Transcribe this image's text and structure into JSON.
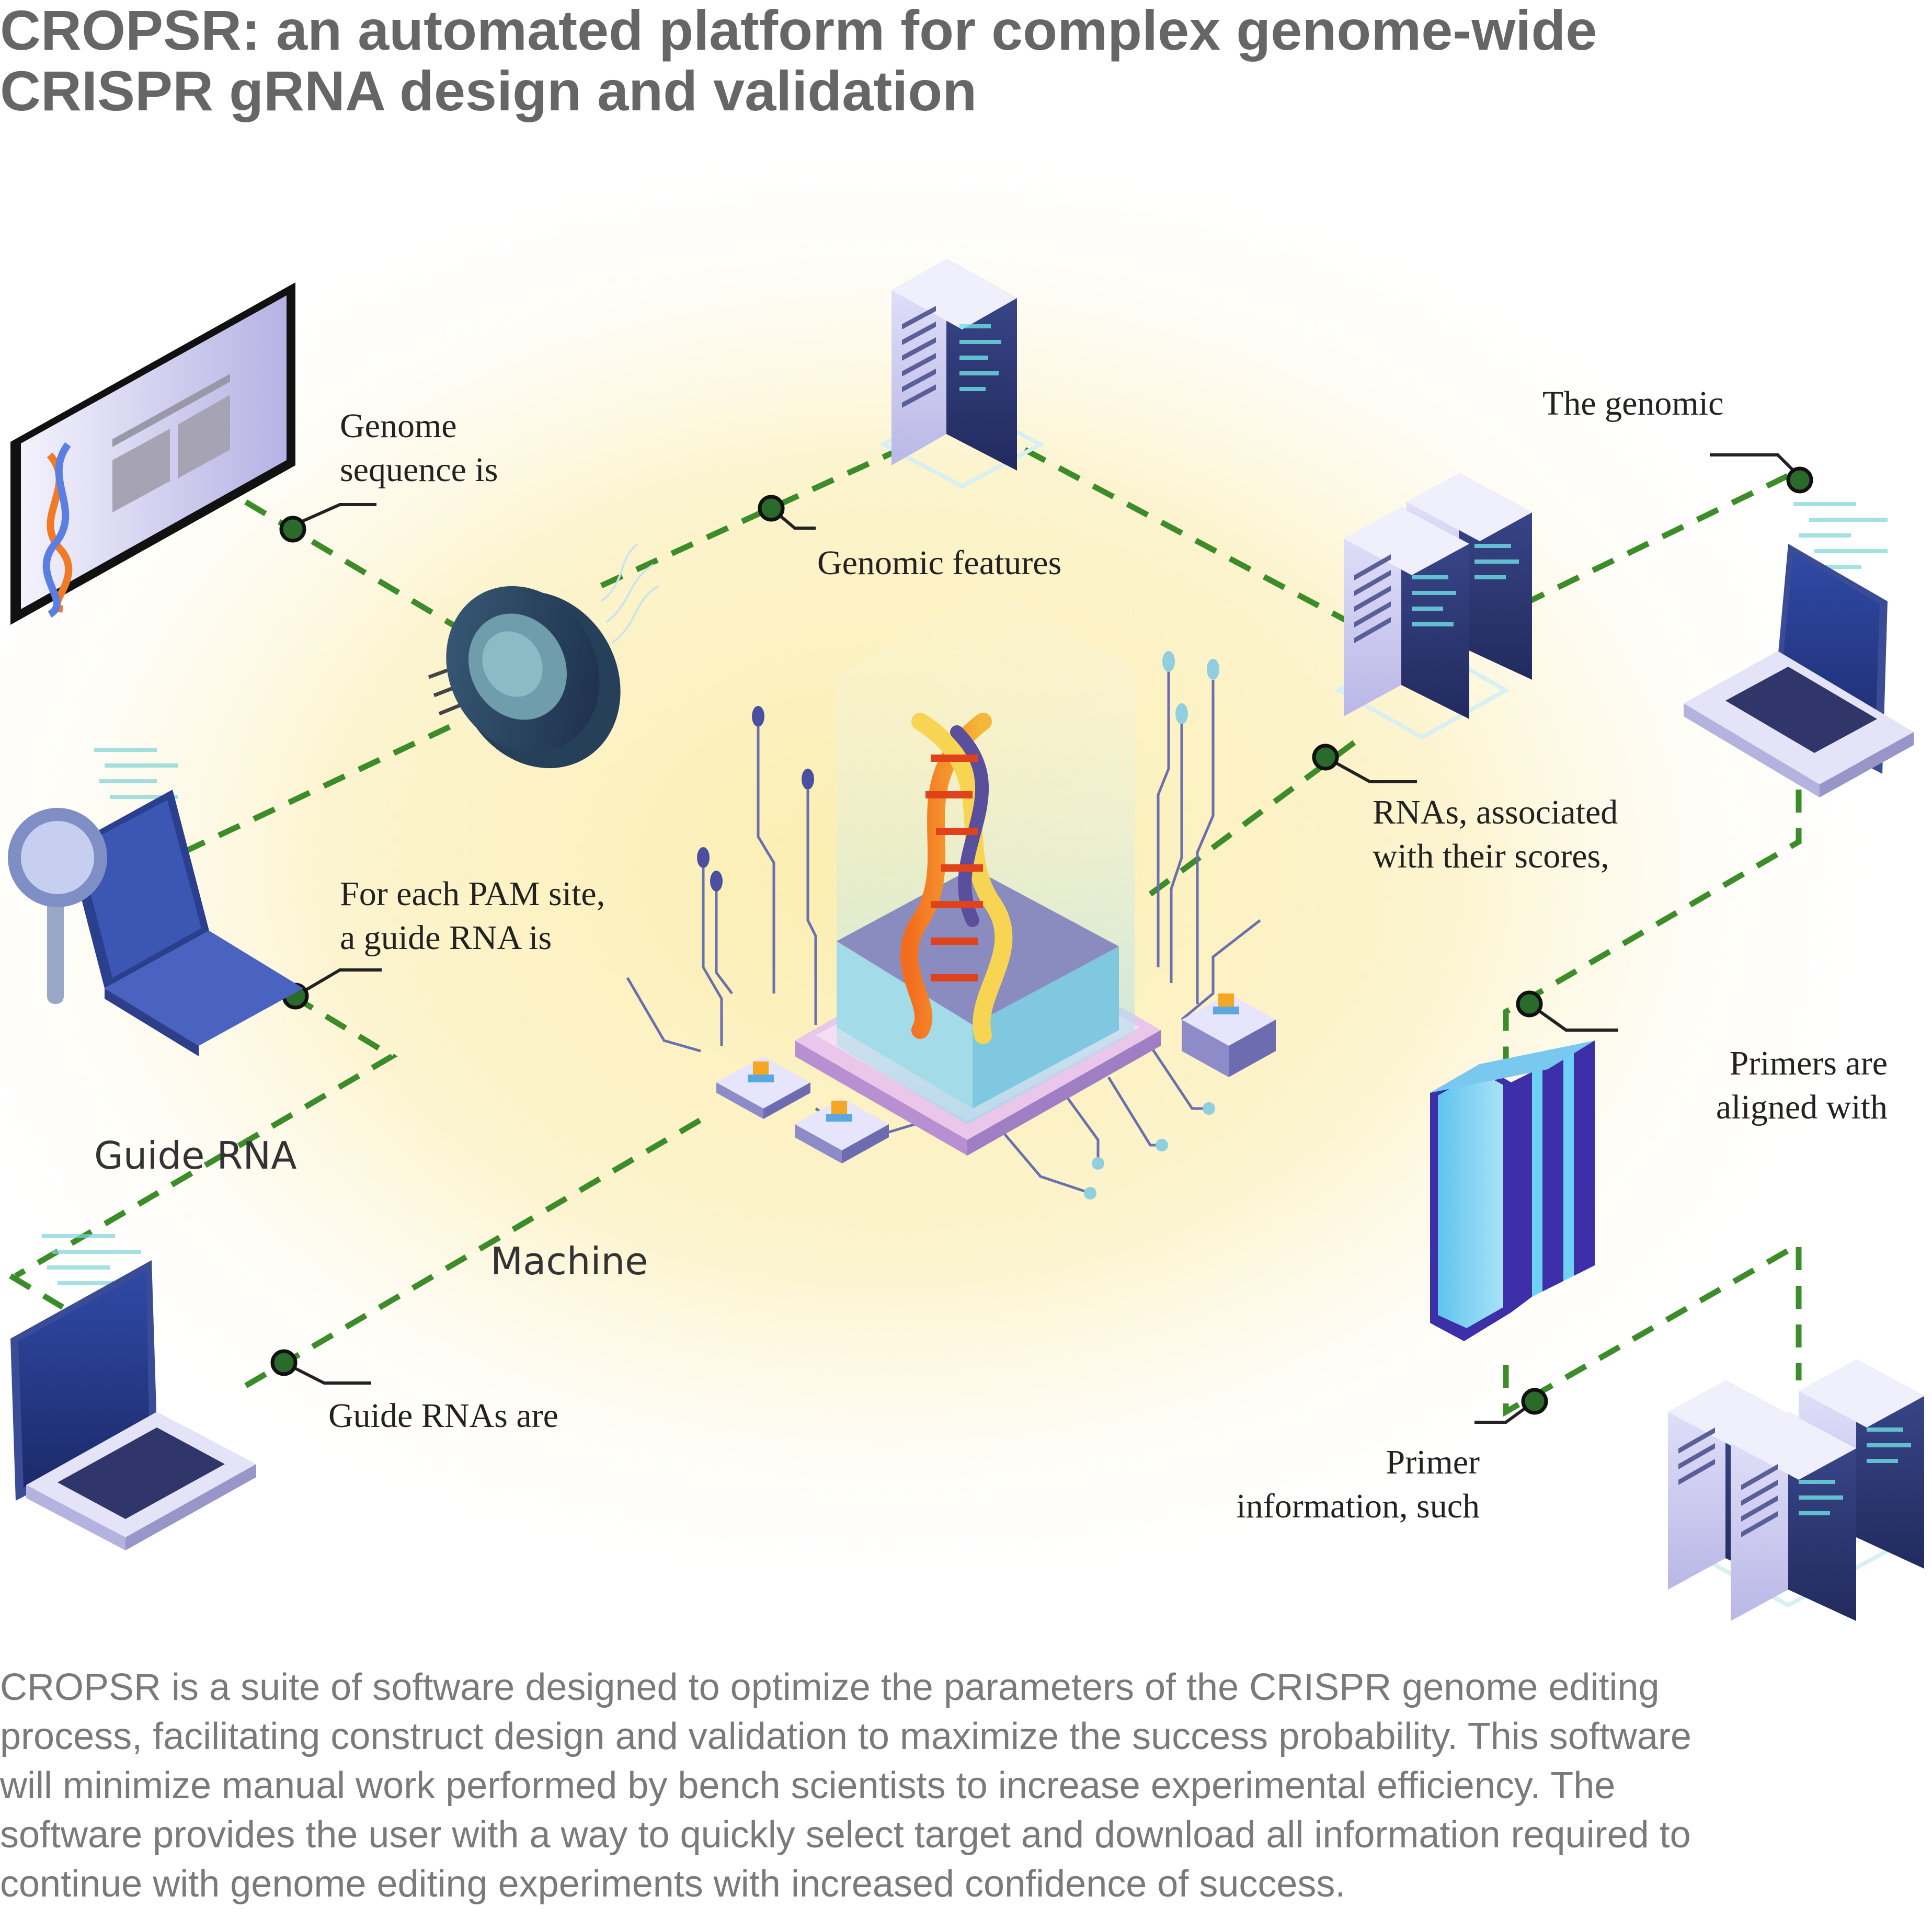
{
  "title": {
    "line1": "CROPSR: an automated platform for complex genome-wide",
    "line2": "CRISPR gRNA design and validation"
  },
  "labels": {
    "genome_sequence": [
      "Genome",
      "sequence is"
    ],
    "genomic_features": "Genomic features",
    "the_genomic": "The genomic",
    "rnas_scores": [
      "RNAs, associated",
      "with their scores,"
    ],
    "pam_site": [
      "For each PAM site,",
      "a guide RNA is"
    ],
    "guide_rna": "Guide RNA",
    "machine": "Machine",
    "guide_rnas_are": "Guide RNAs are",
    "primers_aligned": [
      "Primers are",
      "aligned with"
    ],
    "primer_info": [
      "Primer",
      "information, such"
    ]
  },
  "caption": [
    "CROPSR is a suite of software designed to optimize the parameters of the CRISPR genome editing",
    "process, facilitating construct design and validation to maximize the success probability. This software",
    "will minimize manual work performed by bench scientists to increase experimental efficiency. The",
    "software provides the user with a way to quickly select target and download all information required to",
    "continue with genome editing experiments with increased confidence of success."
  ],
  "colors": {
    "title_text": "#666666",
    "caption_text": "#7a7a7a",
    "connector_green": "#3d8c2a",
    "background_glow": "#fbeeb0",
    "server_lavender": "#c9c8ee",
    "server_dark_panel": "#2e3b78",
    "dna_orange": "#f08a24",
    "dna_yellow": "#f7d552"
  },
  "icons": [
    "monitor-dna-icon",
    "server-icon",
    "lens-icon",
    "laptop-code-icon",
    "dna-chip-icon",
    "magnifier-laptop-icon",
    "storage-module-icon",
    "server-rack-icon"
  ]
}
